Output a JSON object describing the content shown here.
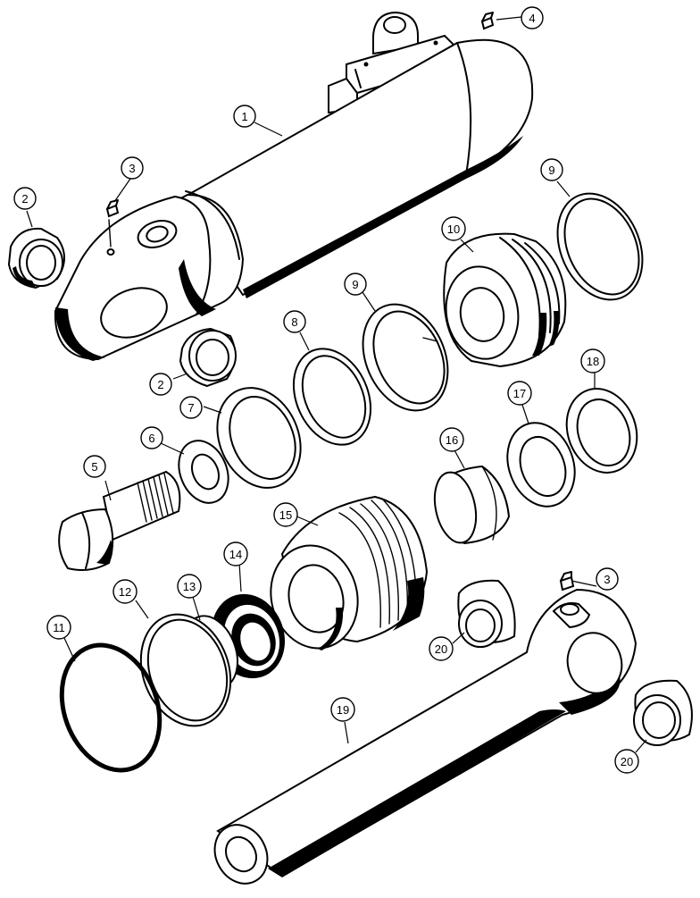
{
  "diagram": {
    "callouts": [
      {
        "id": "c1",
        "label": "1"
      },
      {
        "id": "c2a",
        "label": "2"
      },
      {
        "id": "c2b",
        "label": "2"
      },
      {
        "id": "c3a",
        "label": "3"
      },
      {
        "id": "c3b",
        "label": "3"
      },
      {
        "id": "c4",
        "label": "4"
      },
      {
        "id": "c5",
        "label": "5"
      },
      {
        "id": "c6",
        "label": "6"
      },
      {
        "id": "c7",
        "label": "7"
      },
      {
        "id": "c8",
        "label": "8"
      },
      {
        "id": "c9a",
        "label": "9"
      },
      {
        "id": "c9b",
        "label": "9"
      },
      {
        "id": "c10",
        "label": "10"
      },
      {
        "id": "c11",
        "label": "11"
      },
      {
        "id": "c12",
        "label": "12"
      },
      {
        "id": "c13",
        "label": "13"
      },
      {
        "id": "c14",
        "label": "14"
      },
      {
        "id": "c15",
        "label": "15"
      },
      {
        "id": "c16",
        "label": "16"
      },
      {
        "id": "c17",
        "label": "17"
      },
      {
        "id": "c18",
        "label": "18"
      },
      {
        "id": "c19",
        "label": "19"
      },
      {
        "id": "c20a",
        "label": "20"
      },
      {
        "id": "c20b",
        "label": "20"
      }
    ]
  }
}
